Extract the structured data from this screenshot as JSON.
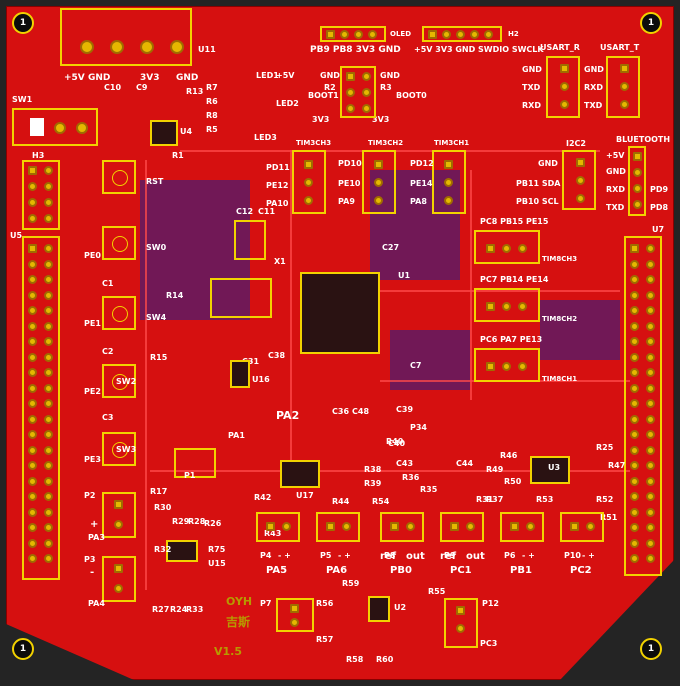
{
  "colors": {
    "board": "#d61010",
    "silkscreen": "#f2d200",
    "text": "#ffffff",
    "copper_pad": "#e5b800",
    "bottom_copper": "#1f1f8f",
    "background": "#242424"
  },
  "mounting_hole_label": "1",
  "top": {
    "pwr_labels": [
      "+5V",
      "GND",
      "3V3",
      "GND"
    ],
    "u11": "U11",
    "sw1": "SW1",
    "leds": [
      "LED1",
      "LED2",
      "LED3"
    ],
    "led_text": "+5V",
    "caps": [
      "C10",
      "C9"
    ],
    "resistors_top": [
      "R7",
      "R6",
      "R8",
      "R5"
    ],
    "r13": "R13",
    "u4": "U4",
    "boot": [
      "BOOT1",
      "BOOT0"
    ],
    "jumper_labels": [
      "GND",
      "GND",
      "3V3",
      "3V3"
    ],
    "r2r3": [
      "R2",
      "R3"
    ],
    "oled_pins": "PB9 PB8 3V3 GND",
    "oled": "OLED",
    "h2_pins": "+5V 3V3 GND SWDIO SWCLK",
    "h2": "H2",
    "usart_r": "USART_R",
    "usart_t": "USART_T",
    "usart_pins": [
      "GND",
      "TXD",
      "RXD"
    ],
    "usart_pins_t": [
      "GND",
      "RXD",
      "TXD"
    ]
  },
  "left": {
    "h3": "H3",
    "u5": "U5",
    "rst": "RST",
    "sw0": "SW0",
    "sw4": "SW4",
    "sw3": "SW3",
    "sw2": "SW2",
    "key_labels": [
      "PE0",
      "PE1",
      "PE2",
      "PE3"
    ],
    "caps": [
      "C1",
      "C2",
      "C3"
    ],
    "p2": "P2",
    "p3": "P3",
    "pa3": "PA3",
    "pa4": "PA4",
    "plusminus": [
      "+",
      "-"
    ],
    "r1": "R1",
    "r14": "R14",
    "r15": "R15",
    "r17": "R17"
  },
  "tim": {
    "tim3": "TIM3CH3",
    "tim3_pins": [
      "PD11",
      "PE12",
      "PA10"
    ],
    "tim2": "TIM3CH2",
    "tim2_pins": [
      "PD10",
      "PE10",
      "PA9"
    ],
    "tim1": "TIM3CH1",
    "tim1_pins": [
      "PD12",
      "PE14",
      "PA8"
    ],
    "i2c": "I2C2",
    "i2c_pins": [
      "GND",
      "PB11 SDA",
      "PB10 SCL"
    ],
    "bt": "BLUETOOTH",
    "bt_pins": [
      "+5V",
      "GND",
      "RXD",
      "TXD"
    ],
    "bt_side": [
      "PD9",
      "PD8"
    ],
    "t8ch3": "PC8 PB15 PE15",
    "t8ch3_name": "TIM8CH3",
    "t8ch2": "PC7 PB14 PE14",
    "t8ch2_name": "TIM8CH2",
    "t8ch1": "PC6 PA7 PE13",
    "t8ch1_name": "TIM8CH1",
    "u7": "U7"
  },
  "mcu": {
    "u1": "U1",
    "x1": "X1",
    "c27": "C27",
    "c7": "C7",
    "c11": "C11",
    "c12": "C12",
    "c31": "C31",
    "c38": "C38"
  },
  "bottom": {
    "pa2": "PA2",
    "pa1": "PA1",
    "p1": "P1",
    "u15": "U15",
    "u16": "U16",
    "u17": "U17",
    "u3": "U3",
    "u2": "U2",
    "p34": "P34",
    "resistors": [
      "R30",
      "R29",
      "R28",
      "R32",
      "R27",
      "R24",
      "R33",
      "R26",
      "R75",
      "R31",
      "R36",
      "R38",
      "R39",
      "R40",
      "R42",
      "R43",
      "R44",
      "R54",
      "R35",
      "R37",
      "R49",
      "R46",
      "R50",
      "R53",
      "R25",
      "R47",
      "R52",
      "R51"
    ],
    "caps": [
      "C40",
      "C43",
      "C44",
      "C48",
      "C36",
      "C39"
    ],
    "out_labels": [
      "PA5",
      "PA6",
      "PB0",
      "PC1",
      "PB1",
      "PC2"
    ],
    "pn": [
      "P4",
      "P5",
      "P8",
      "P9",
      "P6",
      "P10"
    ],
    "ref": [
      "ref",
      "out",
      "ref",
      "out"
    ],
    "dash_plus": "- +",
    "bottom_p": [
      "P7",
      "P12"
    ],
    "bottom_r": [
      "R56",
      "R57",
      "R59",
      "R58",
      "R60",
      "R55"
    ],
    "silk_text": [
      "OYH",
      "吉斯",
      "V1.5"
    ],
    "pc3": "PC3"
  }
}
